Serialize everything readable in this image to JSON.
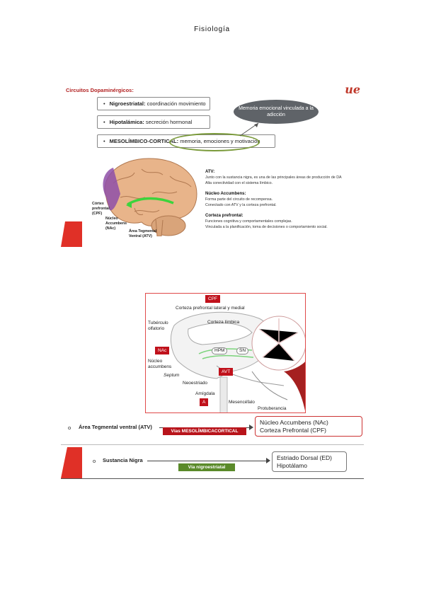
{
  "header": {
    "title": "Fisiología"
  },
  "slide1": {
    "title": "Circuitos Dopaminérgicos:",
    "logo": "ue",
    "bubble": "Memoria emocional vinculada a la adicción",
    "pathways": [
      {
        "bold": "Nigroestriatal:",
        "text": " coordinación movimiento"
      },
      {
        "bold": "Hipotalámica:",
        "text": " secreción hormonal"
      },
      {
        "bold": "MESOLÍMBICO-CORTICAL:",
        "text": " memoria, emociones y motivación"
      }
    ],
    "brain_labels": {
      "cpf": "Córtex prefrontal (CPF)",
      "nac": "Núcleo Accumbens (NAc)",
      "atv": "Área Tegmental Ventral (ATV)"
    },
    "info": [
      {
        "head": "ATV:",
        "lines": [
          "Junto con la sustancia nigra, es una de las principales áreas de producción de DA",
          "Alta conectividad con el sistema límbico."
        ]
      },
      {
        "head": "Núcleo Accumbens:",
        "lines": [
          "Forma parte del circuito de recompensa.",
          "Conectado con ATV y la corteza prefrontal."
        ]
      },
      {
        "head": "Corteza prefrontal:",
        "lines": [
          "Funciones cognitiva y comportamentales complejas.",
          "Vinculada a la planificación, toma de decisiones o comportamiento social."
        ]
      }
    ]
  },
  "diagram": {
    "cpf": "CPF",
    "corteza_prefrontal": "Corteza prefrontal lateral y medial",
    "corteza_limbica": "Corteza límbica",
    "tuberculo": "Tubérculo olfatorio",
    "nac": "NAc",
    "nucleo": "Núcleo accumbens",
    "septum": "Septum",
    "neoestriado": "Neoestriado",
    "amigdala": "Amígdala",
    "a": "A",
    "hpm": "HPM",
    "sn": "SN",
    "avt": "AVT",
    "mesencefalo": "Mesencéfalo",
    "protuberancia": "Protuberancia"
  },
  "summary": {
    "row1": {
      "bullet": "o",
      "label": "Área Tegmental ventral (ATV)",
      "tag": "Vías MESOLÍMBICACORTICAL",
      "targets": [
        "Núcleo Accumbens   (NAc)",
        "Corteza Prefrontal     (CPF)"
      ]
    },
    "row2": {
      "bullet": "o",
      "label": "Sustancia Nigra",
      "tag": "Vía nigroestriatal",
      "targets": [
        "Estriado Dorsal (ED)",
        "Hipotálamo"
      ]
    }
  },
  "colors": {
    "accent": "#c0111b",
    "green": "#5a8a2a",
    "purple": "#8e4fa8",
    "highlight": "#3cd43c"
  }
}
